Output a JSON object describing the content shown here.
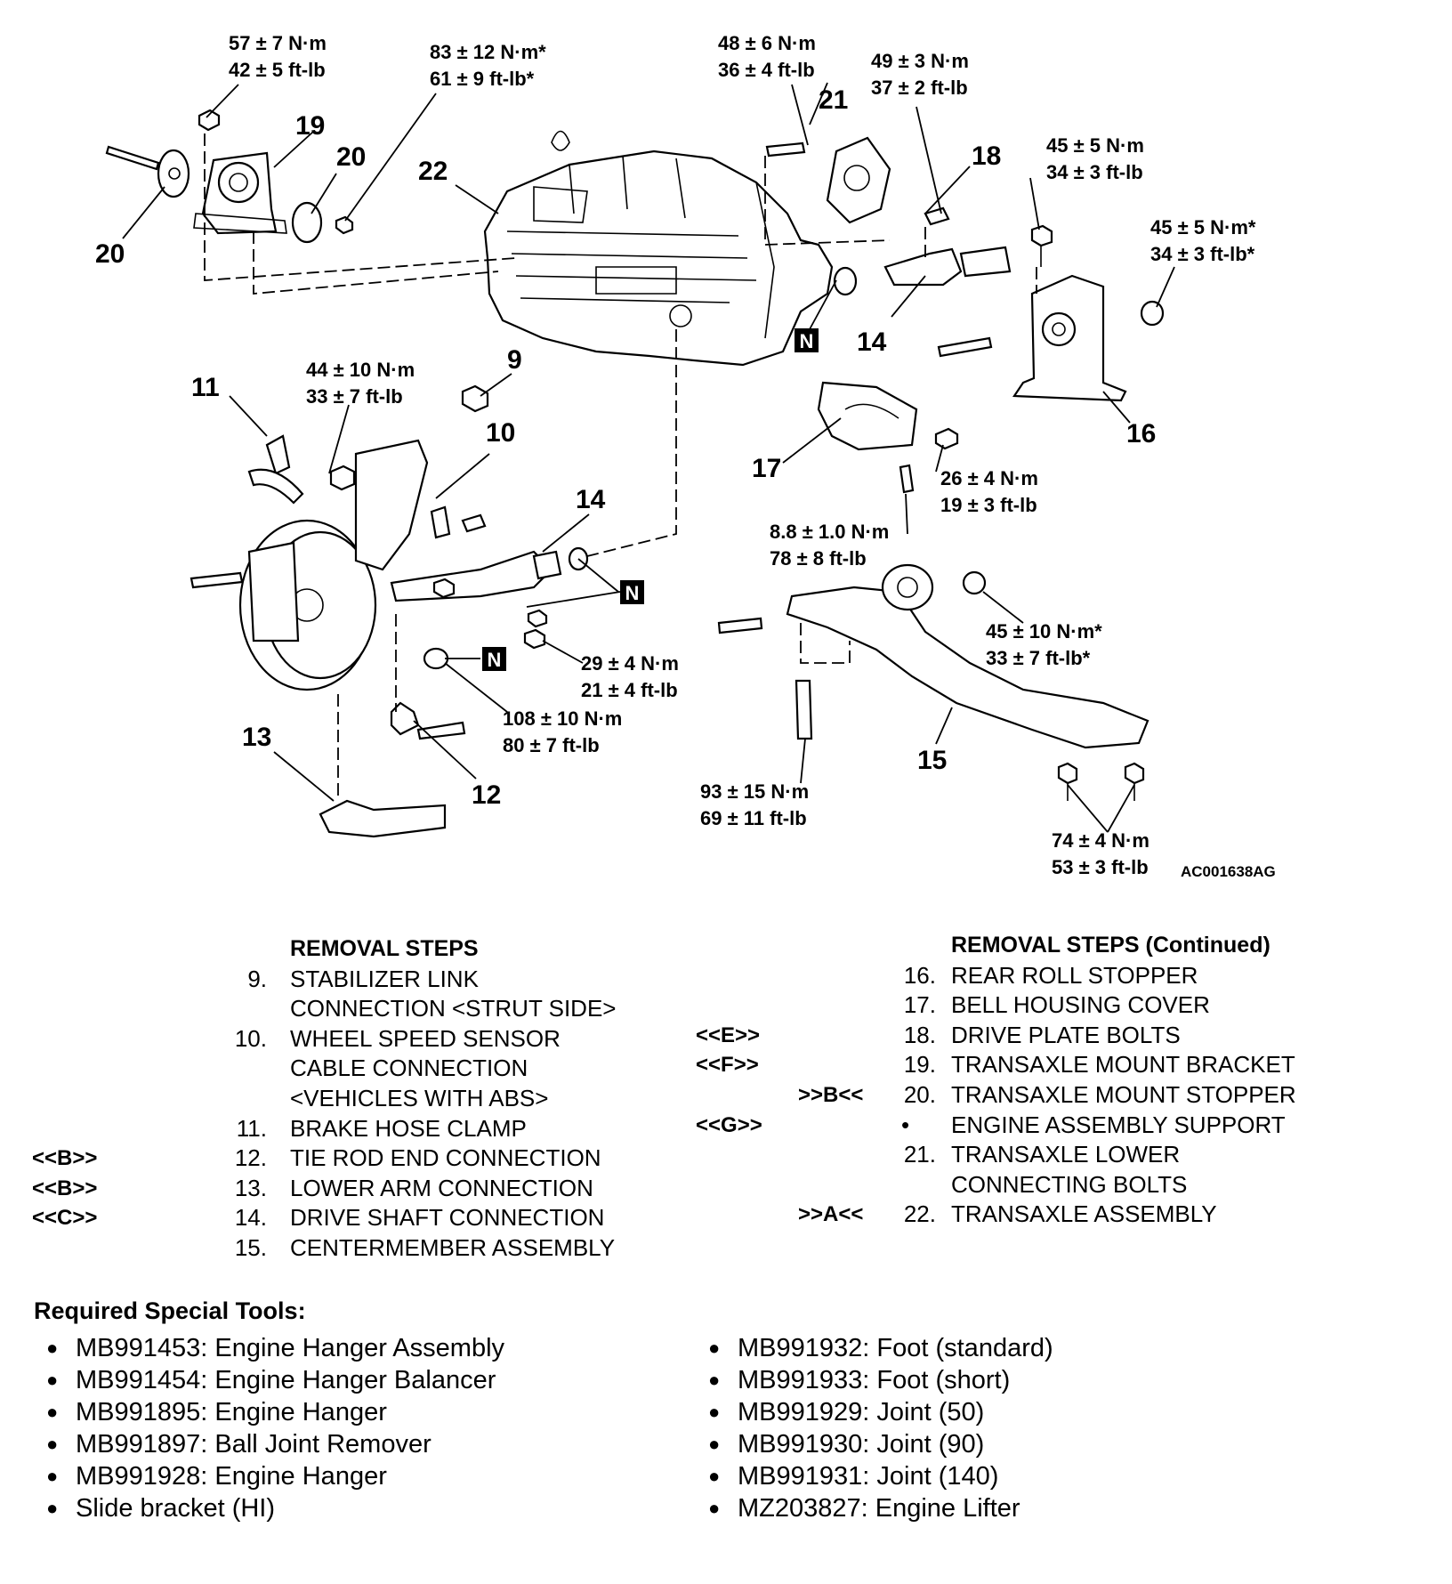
{
  "figure": {
    "figure_id": "AC001638AG",
    "callouts": [
      "9",
      "10",
      "11",
      "12",
      "13",
      "14",
      "14",
      "15",
      "16",
      "17",
      "18",
      "19",
      "20",
      "20",
      "21",
      "22"
    ],
    "n_markers": [
      "N",
      "N",
      "N"
    ],
    "torques": {
      "t1": [
        "57 ± 7 N·m",
        "42 ± 5 ft-lb"
      ],
      "t2": [
        "83 ± 12 N·m*",
        "61 ± 9 ft-lb*"
      ],
      "t3": [
        "48 ± 6 N·m",
        "36 ± 4 ft-lb"
      ],
      "t4": [
        "49 ± 3 N·m",
        "37 ± 2 ft-lb"
      ],
      "t5": [
        "45 ± 5 N·m",
        "34 ± 3 ft-lb"
      ],
      "t6": [
        "45 ± 5 N·m*",
        "34 ± 3 ft-lb*"
      ],
      "t7": [
        "44 ± 10 N·m",
        "33 ± 7 ft-lb"
      ],
      "t8": [
        "26 ± 4 N·m",
        "19 ± 3 ft-lb"
      ],
      "t9": [
        "8.8 ± 1.0 N·m",
        "78 ± 8 ft-lb"
      ],
      "t10": [
        "45 ± 10 N·m*",
        "33 ± 7 ft-lb*"
      ],
      "t11": [
        "29 ± 4 N·m",
        "21 ± 4 ft-lb"
      ],
      "t12": [
        "108 ± 10 N·m",
        "80 ± 7 ft-lb"
      ],
      "t13": [
        "93 ± 15 N·m",
        "69 ± 11 ft-lb"
      ],
      "t14": [
        "74 ± 4 N·m",
        "53 ± 3 ft-lb"
      ]
    }
  },
  "removal_left": {
    "heading": "REMOVAL STEPS",
    "rows": [
      {
        "code": "",
        "num": "9.",
        "text": "STABILIZER LINK"
      },
      {
        "code": "",
        "num": "",
        "text": "CONNECTION <STRUT SIDE>"
      },
      {
        "code": "",
        "num": "10.",
        "text": "WHEEL SPEED SENSOR"
      },
      {
        "code": "",
        "num": "",
        "text": "CABLE CONNECTION"
      },
      {
        "code": "",
        "num": "",
        "text": "<VEHICLES WITH ABS>"
      },
      {
        "code": "",
        "num": "11.",
        "text": "BRAKE HOSE CLAMP"
      },
      {
        "code": "<<B>>",
        "num": "12.",
        "text": "TIE ROD END CONNECTION"
      },
      {
        "code": "<<B>>",
        "num": "13.",
        "text": "LOWER ARM CONNECTION"
      },
      {
        "code": "<<C>>",
        "num": "14.",
        "text": "DRIVE SHAFT CONNECTION"
      },
      {
        "code": "",
        "num": "15.",
        "text": "CENTERMEMBER ASSEMBLY"
      }
    ]
  },
  "removal_right": {
    "heading": "REMOVAL STEPS (Continued)",
    "rows": [
      {
        "left_code": "",
        "right_code": "",
        "num": "16.",
        "text": "REAR ROLL STOPPER"
      },
      {
        "left_code": "",
        "right_code": "",
        "num": "17.",
        "text": "BELL HOUSING COVER"
      },
      {
        "left_code": "<<E>>",
        "right_code": "",
        "num": "18.",
        "text": "DRIVE PLATE BOLTS"
      },
      {
        "left_code": "<<F>>",
        "right_code": "",
        "num": "19.",
        "text": "TRANSAXLE MOUNT BRACKET"
      },
      {
        "left_code": "",
        "right_code": ">>B<<",
        "num": "20.",
        "text": "TRANSAXLE MOUNT STOPPER"
      },
      {
        "left_code": "<<G>>",
        "right_code": "",
        "num": "•",
        "text": "ENGINE ASSEMBLY SUPPORT"
      },
      {
        "left_code": "",
        "right_code": "",
        "num": "21.",
        "text": "TRANSAXLE LOWER"
      },
      {
        "left_code": "",
        "right_code": "",
        "num": "",
        "text": "CONNECTING BOLTS"
      },
      {
        "left_code": "",
        "right_code": ">>A<<",
        "num": "22.",
        "text": "TRANSAXLE ASSEMBLY"
      }
    ]
  },
  "tools": {
    "title": "Required Special Tools:",
    "left": [
      "MB991453: Engine Hanger Assembly",
      "MB991454: Engine Hanger Balancer",
      "MB991895: Engine Hanger",
      "MB991897: Ball Joint Remover",
      "MB991928: Engine Hanger",
      "Slide bracket (HI)"
    ],
    "right": [
      "MB991932: Foot (standard)",
      "MB991933: Foot (short)",
      "MB991929: Joint (50)",
      "MB991930: Joint (90)",
      "MB991931: Joint (140)",
      "MZ203827: Engine Lifter"
    ]
  }
}
